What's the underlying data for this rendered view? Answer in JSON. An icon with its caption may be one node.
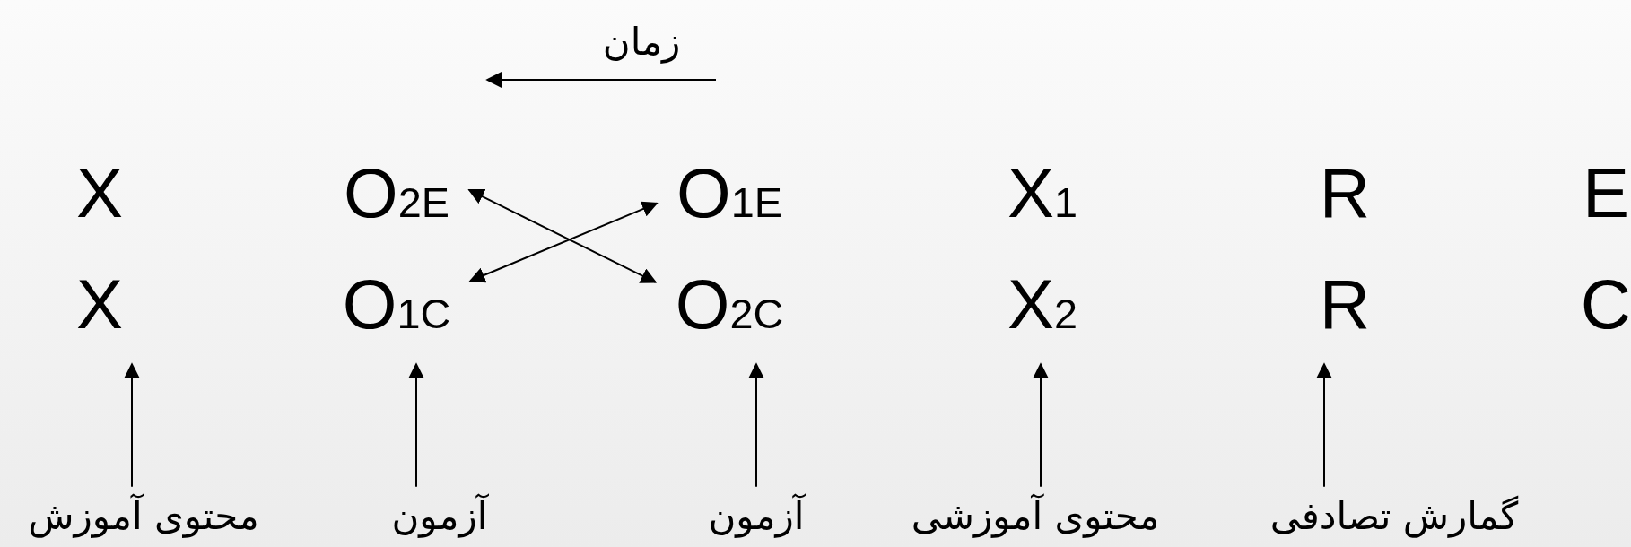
{
  "diagram": {
    "nodes": [
      {
        "text": [
          "X"
        ]
      },
      {
        "text": [
          "O$_{2E}$"
        ]
      },
      {
        "text": [
          "O$_{1E}$"
        ]
      },
      {
        "text": [
          "X$_{1}$"
        ]
      },
      {
        "text": [
          "R"
        ]
      },
      {
        "text": [
          "E"
        ]
      },
      {
        "text": [
          "X"
        ]
      },
      {
        "text": [
          "O$_{1C}$"
        ]
      },
      {
        "text": [
          "O$_{2C}$"
        ]
      },
      {
        "text": [
          "X$_{2}$"
        ]
      },
      {
        "text": [
          "R"
        ]
      },
      {
        "text": [
          "C"
        ]
      },
      {
        "text": [
          "محتوی آموزش"
        ]
      },
      {
        "text": [
          "آزمون"
        ]
      },
      {
        "text": [
          "آزمون"
        ]
      },
      {
        "text": [
          "محتوی آموزشی"
        ]
      },
      {
        "text": [
          "گمارش تصادفی"
        ]
      }
    ],
    "edges": [
      {
        "from": 1,
        "to": 8,
        "arrow": "both"
      },
      {
        "from": 7,
        "to": 2,
        "arrow": "both"
      },
      {
        "from": 12,
        "to": 6,
        "arrow": "to"
      },
      {
        "from": 13,
        "to": 7,
        "arrow": "to"
      },
      {
        "from": 14,
        "to": 8,
        "arrow": "to"
      },
      {
        "from": 15,
        "to": 9,
        "arrow": "to"
      },
      {
        "from": 16,
        "to": 10,
        "arrow": "to"
      }
    ],
    "labels": [
      "زمان"
    ]
  }
}
